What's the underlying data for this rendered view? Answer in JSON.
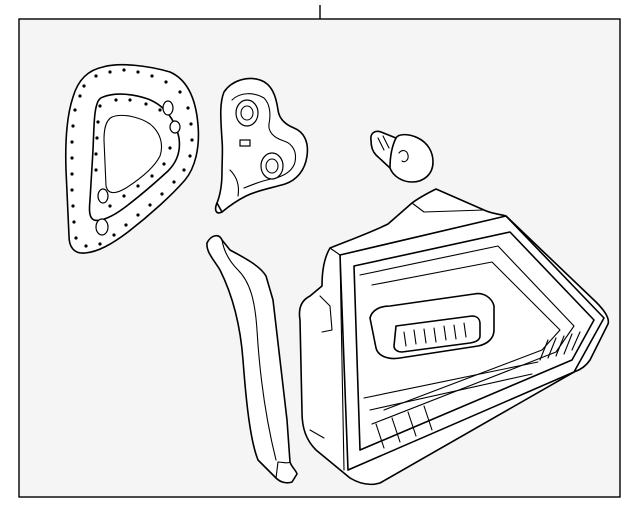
{
  "diagram": {
    "background": "#f5f5f5",
    "line_color": "#000000",
    "parts": [
      {
        "id": "gasket",
        "icon": "gasket-icon"
      },
      {
        "id": "bracket",
        "icon": "bracket-icon"
      },
      {
        "id": "bulb",
        "icon": "bulb-icon"
      },
      {
        "id": "trim-panel",
        "icon": "trim-panel-icon"
      },
      {
        "id": "lamp-assembly",
        "icon": "tail-lamp-icon"
      }
    ]
  }
}
